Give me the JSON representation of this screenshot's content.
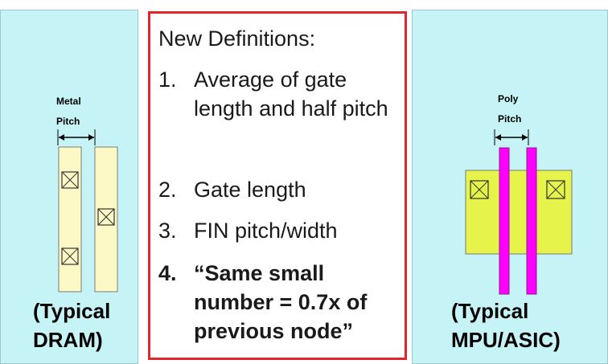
{
  "left_panel": {
    "label_line1": "Metal",
    "label_line2": "Pitch",
    "caption_line1": "(Typical",
    "caption_line2": "DRAM)"
  },
  "right_panel": {
    "label_line1": "Poly",
    "label_line2": "Pitch",
    "caption_line1": "(Typical",
    "caption_line2": "MPU/ASIC)"
  },
  "definitions": {
    "title": "New Definitions:",
    "items": [
      {
        "num": "1.",
        "text": "Average of gate length and half pitch"
      },
      {
        "num": "2.",
        "text": "Gate length"
      },
      {
        "num": "3.",
        "text": "FIN pitch/width"
      },
      {
        "num": "4.",
        "text": "“Same small number = 0.7x of previous node”"
      }
    ]
  },
  "colors": {
    "panel_bg": "#c6f4f6",
    "box_border": "#e3262a",
    "metal_line": "#fdf9c6",
    "poly_line": "#ff00ff",
    "active_area": "#e5f34a"
  }
}
